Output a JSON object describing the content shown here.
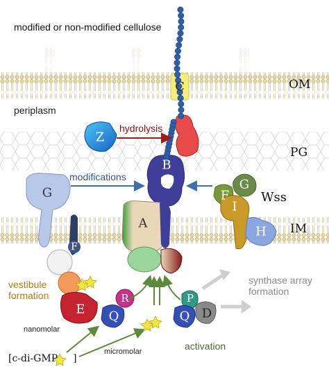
{
  "labels": {
    "title": "modified or non-modified cellulose",
    "om": "OM",
    "periplasm": "periplasm",
    "pg": "PG",
    "im": "IM",
    "hydrolysis": "hydrolysis",
    "modifications": "modifications",
    "wss": "Wss",
    "vestibule_formation": "vestibule\nformation",
    "synthase_array_formation": "synthase array\nformation",
    "activation": "activation",
    "nanomolar": "nanomolar",
    "micromolar": "micromolar",
    "c_di_gmp": "[c-di-GMP",
    "c_di_gmp_close": "]"
  },
  "proteins": {
    "A": "A",
    "B": "B",
    "C": "C",
    "D": "D",
    "E": "E",
    "F": "F",
    "G": "G",
    "H": "H",
    "I": "I",
    "P": "P",
    "Q": "Q",
    "R": "R",
    "Z": "Z"
  },
  "colors": {
    "cellulose_bead": "#2f5fa8",
    "membrane": "#c7b88a",
    "pg_mesh": "#d8d8d8",
    "protein_A": "#e8d8b8",
    "protein_B": "#3f3f9a",
    "protein_C": "#f4ef7a",
    "protein_D": "#8a8a8a",
    "protein_E": "#c4242f",
    "protein_F": "#556b2f",
    "protein_G": "#aab8d8",
    "protein_G_wss": "#6b8a4a",
    "protein_H": "#8aa7e0",
    "protein_I": "#c99a2a",
    "protein_P": "#2f9a88",
    "protein_Q": "#3550b5",
    "protein_R": "#c3338a",
    "protein_Z": "#1e9fe0",
    "hydrolysis_arrow": "#a01c1c",
    "modifications_arrow": "#3d6fb0",
    "activation_arrow": "#5a8a3a",
    "vestibule_text": "#b57a1a",
    "synthase_text": "#8a8a8a",
    "activation_text": "#4a6a2a",
    "c_di_gmp_star": "#f4e542"
  }
}
